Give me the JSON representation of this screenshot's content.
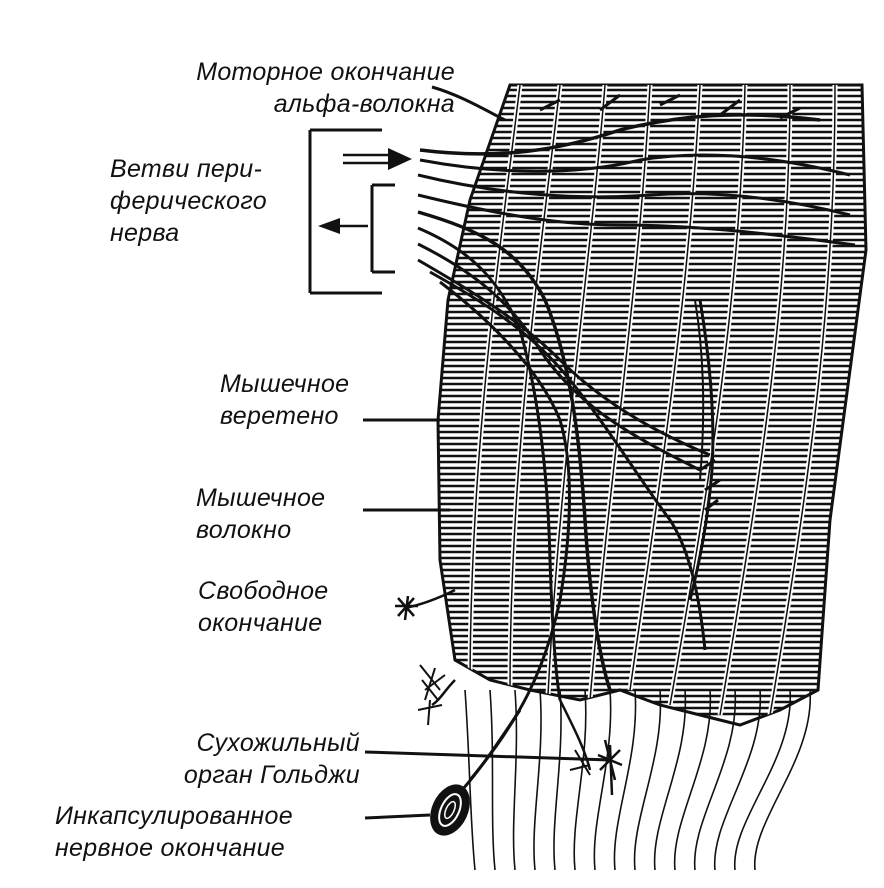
{
  "labels": {
    "motor_ending": [
      "Моторное окончание",
      "альфа-волокна"
    ],
    "nerve_branches": [
      "Ветви пери-",
      "ферического",
      "нерва"
    ],
    "muscle_spindle": [
      "Мышечное",
      "веретено"
    ],
    "muscle_fiber": [
      "Мышечное",
      "волокно"
    ],
    "free_ending": [
      "Свободное",
      "окончание"
    ],
    "golgi_organ": [
      "Сухожильный",
      "орган Гольджи"
    ],
    "encapsulated_ending": [
      "Инкапсулированное",
      "нервное окончание"
    ]
  },
  "colors": {
    "ink": "#111111",
    "background": "#ffffff"
  }
}
